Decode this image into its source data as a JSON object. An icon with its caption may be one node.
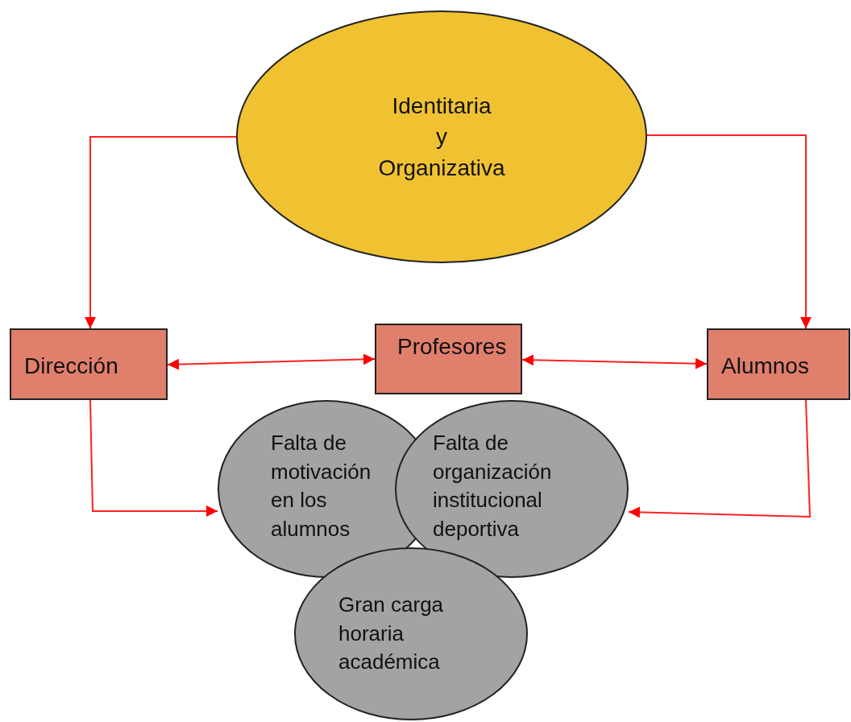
{
  "diagram": {
    "nodes": [
      {
        "text": [
          "Identitaria y Organizativa"
        ]
      },
      {
        "text": [
          "Dirección"
        ]
      },
      {
        "text": [
          "Profesores"
        ]
      },
      {
        "text": [
          "Alumnos"
        ]
      },
      {
        "text": [
          "Falta de motivación en los alumnos"
        ]
      },
      {
        "text": [
          "Falta de organización institucional deportiva"
        ]
      },
      {
        "text": [
          "Gran carga horaria académica"
        ]
      }
    ],
    "edges": [
      {
        "from": 0,
        "to": 1,
        "arrow": "to"
      },
      {
        "from": 0,
        "to": 3,
        "arrow": "to"
      },
      {
        "from": 1,
        "to": 2,
        "arrow": "both"
      },
      {
        "from": 2,
        "to": 3,
        "arrow": "both"
      },
      {
        "from": 1,
        "to": 4,
        "arrow": "to"
      },
      {
        "from": 3,
        "to": 5,
        "arrow": "to"
      }
    ]
  }
}
